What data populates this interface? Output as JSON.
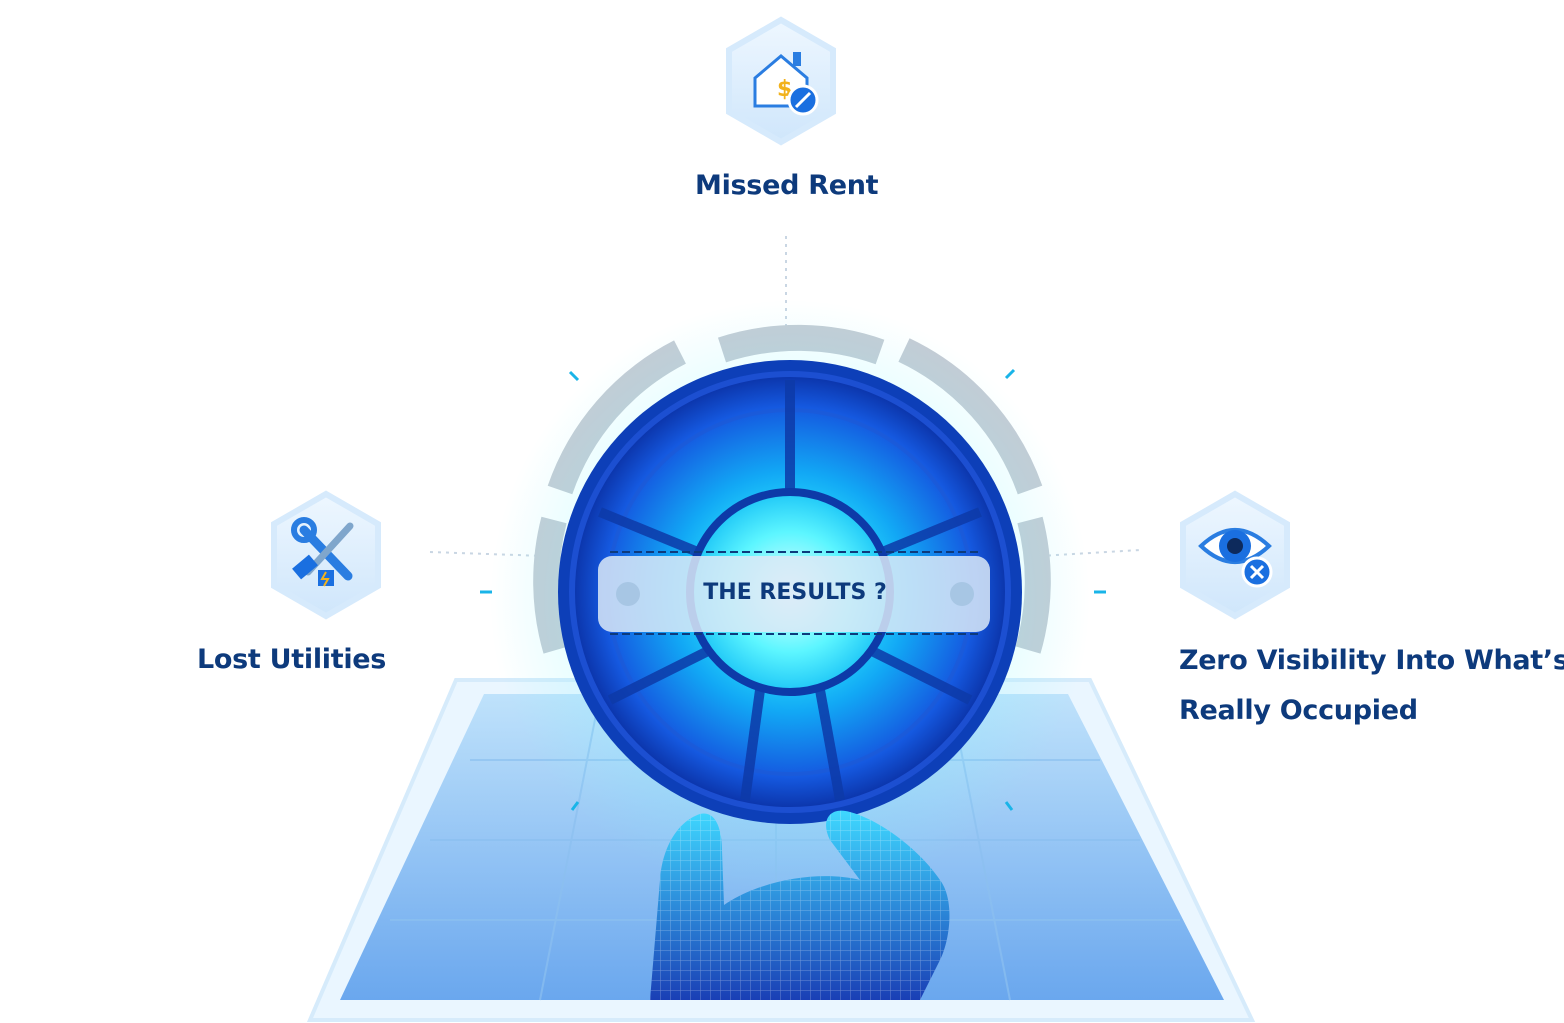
{
  "center": {
    "title": "THE RESULTS ?"
  },
  "items": {
    "missed_rent": {
      "label": "Missed Rent",
      "icon": "house-dollar-blocked-icon"
    },
    "lost_utilities": {
      "label": "Lost Utilities",
      "icon": "wrench-screwdriver-icon"
    },
    "zero_visibility": {
      "label_line1": "Zero Visibility Into What’s",
      "label_line2": "Really Occupied",
      "icon": "eye-cross-icon"
    }
  },
  "colors": {
    "text": "#0d3a7c",
    "accent": "#1a6fe0",
    "glow": "#33e6ff",
    "hex_fill": "#dcefff"
  }
}
